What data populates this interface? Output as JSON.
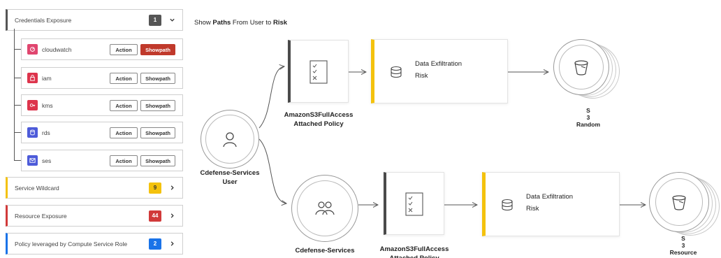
{
  "sidebar": {
    "credentials": {
      "label": "Credentials Exposure",
      "count": "1",
      "badge_color": "#555555"
    },
    "services": [
      {
        "name": "cloudwatch",
        "icon": "cloudwatch-icon",
        "icon_color": "#e0466f",
        "action": "Action",
        "showpath": "Showpath",
        "active": true
      },
      {
        "name": "iam",
        "icon": "iam-icon",
        "icon_color": "#dd344c",
        "action": "Action",
        "showpath": "Showpath",
        "active": false
      },
      {
        "name": "kms",
        "icon": "kms-icon",
        "icon_color": "#dd344c",
        "action": "Action",
        "showpath": "Showpath",
        "active": false
      },
      {
        "name": "rds",
        "icon": "rds-icon",
        "icon_color": "#4d5bd9",
        "action": "Action",
        "showpath": "Showpath",
        "active": false
      },
      {
        "name": "ses",
        "icon": "ses-icon",
        "icon_color": "#4d5bd9",
        "action": "Action",
        "showpath": "Showpath",
        "active": false
      }
    ],
    "service_wildcard": {
      "label": "Service Wildcard",
      "count": "9",
      "badge_color": "#f4c20d",
      "accent": "#f4c20d"
    },
    "resource_exposure": {
      "label": "Resource Exposure",
      "count": "44",
      "badge_color": "#d13a3a",
      "accent": "#d13a3a"
    },
    "compute_role": {
      "label": "Policy leveraged by Compute Service Role",
      "count": "2",
      "badge_color": "#1a73e8",
      "accent": "#1a73e8"
    }
  },
  "graph": {
    "heading": {
      "prefix": "Show ",
      "paths": "Paths",
      "middle": " From User to ",
      "risk": "Risk"
    },
    "user": {
      "name": "Cdefense-Services",
      "type": "User",
      "icon": "user-icon"
    },
    "group": {
      "name": "Cdefense-Services",
      "icon": "group-icon"
    },
    "policy_top": {
      "name": "AmazonS3FullAccess",
      "type": "Attached Policy",
      "icon": "checklist-icon"
    },
    "policy_bottom": {
      "name": "AmazonS3FullAccess",
      "type": "Attached Policy",
      "icon": "checklist-icon"
    },
    "risk_top": {
      "line1": "Data Exfiltration",
      "line2": "Risk",
      "icon": "database-icon"
    },
    "risk_bottom": {
      "line1": "Data Exfiltration",
      "line2": "Risk",
      "icon": "database-icon"
    },
    "bucket_top": {
      "l1": "S",
      "l2": "3",
      "l3": "Random",
      "icon": "s3-bucket-icon"
    },
    "bucket_bottom": {
      "l1": "S",
      "l2": "3",
      "l3": "Resource",
      "icon": "s3-bucket-icon"
    }
  }
}
